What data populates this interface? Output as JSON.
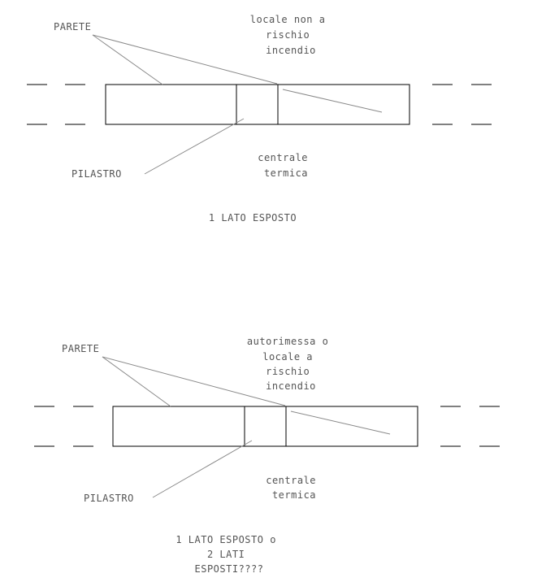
{
  "diagram_top": {
    "label_wall": "PARETE",
    "label_pillar": "PILASTRO",
    "label_room_above": [
      "locale non a",
      "rischio",
      "incendio"
    ],
    "label_room_below": [
      "centrale",
      "termica"
    ],
    "caption": [
      "1 LATO ESPOSTO"
    ]
  },
  "diagram_bottom": {
    "label_wall": "PARETE",
    "label_pillar": "PILASTRO",
    "label_room_above": [
      "autorimessa o",
      "locale a",
      "rischio",
      "incendio"
    ],
    "label_room_below": [
      "centrale",
      "termica"
    ],
    "caption": [
      "1 LATO ESPOSTO o",
      "2 LATI",
      "ESPOSTI????"
    ]
  },
  "colors": {
    "line": "#000000",
    "leader": "#8a8a8a",
    "text": "#555555",
    "background": "#ffffff"
  }
}
